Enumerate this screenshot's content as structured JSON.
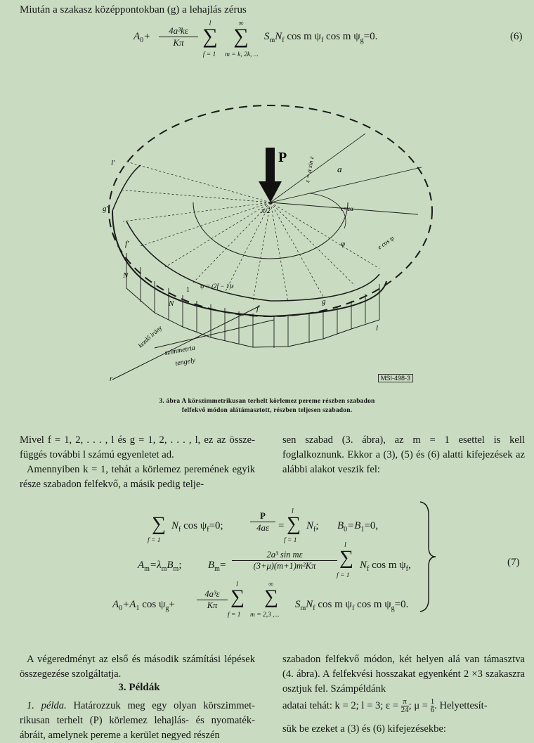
{
  "intro_line": "Miután a szakasz középpontokban (g) a lehajlás zérus",
  "equation_6": {
    "lhs": "A",
    "frac_num": "4a³kε",
    "frac_den": "Kπ",
    "sum1_top": "l",
    "sum1_bottom": "f = 1",
    "sum2_top": "∞",
    "sum2_bottom": "m = k, 2k, ...",
    "body": "S",
    "rest": "N",
    "tail": "cos m ψ",
    "tail2": "cos m ψ",
    "end": "=0.",
    "number": "(6)"
  },
  "figure": {
    "label_P": "P",
    "label_a": "a",
    "label_pi2": "π/2",
    "label_eps_sin": "ε = α sin ε",
    "label_r": "r=εα",
    "label_phi": "φ",
    "label_ecos": "e cos ψ",
    "label_psi": "ψ = (2f − 1)ε",
    "label_l": "l'",
    "label_g": "g'",
    "label_f": "f'",
    "label_Nf": "N",
    "label_N1": "N",
    "label_1": "1",
    "label_f2": "f",
    "label_g2": "g",
    "label_l2": "l",
    "label_kezdo": "kezdő irány",
    "label_szimmetria": "szimmetria",
    "label_tengely": "tengely",
    "label_r2": "r",
    "label_eps": "ε",
    "label_ref": "MSI-498-3"
  },
  "caption_line1": "3. ábra A körszimmetrikusan terhelt körlemez pereme részben szabadon",
  "caption_line2": "felfekvő módon alátámasztott, részben teljesen szabadon.",
  "para1_left": "Mivel f = 1, 2, . . . , l és g = 1, 2, . . . , l, ez az össze-függés további l számú egyenletet ad.",
  "para2_left": "Amennyiben k = 1, tehát a körlemez peremének egyik része szabadon felfekvő, a másik pedig telje-",
  "para1_right": "sen szabad (3. ábra), az m = 1 esettel is kell foglalkoznunk. Ekkor a (3), (5) és (6) alatti kifejezések az alábbi alakot veszik fel:",
  "eq7": {
    "line1_a": "N",
    "line1_b": "cos ψ",
    "line1_c": "=0;",
    "line1_P": "P",
    "line1_Pden": "4aε",
    "line1_d": "=",
    "line1_e": "N",
    "line1_f": ";",
    "line1_g": "B",
    "line1_h": "=B",
    "line1_i": "=0,",
    "line2_a": "A",
    "line2_b": "=λ",
    "line2_c": "B",
    "line2_d": ";",
    "line2_e": "B",
    "line2_f": "=",
    "line2_num": "2a³ sin mε",
    "line2_den": "(3+μ)(m+1)m²Kπ",
    "line2_g": "N",
    "line2_h": "cos m ψ",
    "line2_i": ",",
    "line3_a": "A",
    "line3_b": "+A",
    "line3_c": "cos ψ",
    "line3_d": "+",
    "line3_num": "4a³ε",
    "line3_den": "Kπ",
    "line3_e": "S",
    "line3_f": "N",
    "line3_g": "cos m ψ",
    "line3_h": "cos m ψ",
    "line3_i": "=0.",
    "sum_f1": "f = 1",
    "sum_l": "l",
    "sum_inf": "∞",
    "sum_m23": "m = 2,3 ,...",
    "number": "(7)"
  },
  "para3_left": "A végeredményt az első és második számítási lépések összegezése szolgáltatja.",
  "heading": "3. Példák",
  "para4_left_a": "1. példa.",
  "para4_left_b": " Határozzuk meg egy olyan körszimmet-rikusan terhelt (P) körlemez lehajlás- és nyomaték-ábráit, amelynek pereme a kerület negyed részén",
  "para3_right": "szabadon felfekvő módon, két helyen alá van támasztva (4. ábra). A felfekvési hosszakat egyenként 2 ×3 szakaszra osztjuk fel. Számpéldánk",
  "para3_right_b": "adatai tehát: k = 2; l = 3; ε =",
  "eps_num": "π",
  "eps_den": "24",
  "mu_text": "; μ =",
  "mu_num": "1",
  "mu_den": "6",
  "para3_right_c": ". Helyettesít-",
  "para3_right_d": "sük be ezeket a (3) és (6) kifejezésekbe:"
}
